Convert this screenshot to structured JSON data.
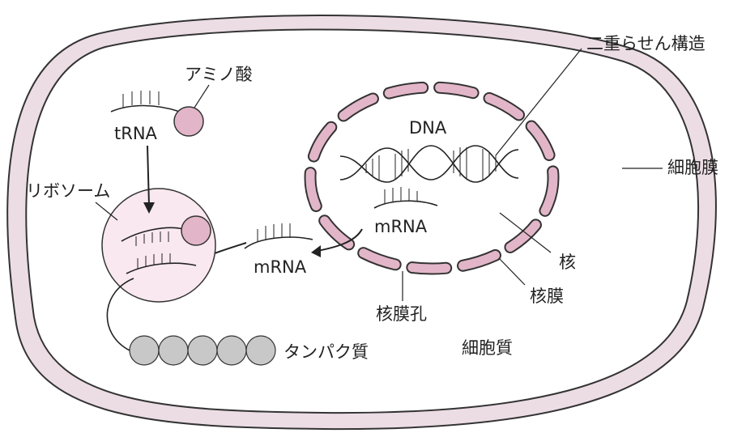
{
  "colors": {
    "membrane_stroke": "#333333",
    "membrane_fill": "#ecdde5",
    "pink": "#e2b6c8",
    "pink_light": "#f9e8ef",
    "protein": "#c8c8c8",
    "line": "#222222"
  },
  "labels": {
    "double_helix": "二重らせん構造",
    "amino_acid": "アミノ酸",
    "trna": "tRNA",
    "dna": "DNA",
    "cell_membrane": "細胞膜",
    "ribosome": "リボソーム",
    "mrna_nucleus": "mRNA",
    "mrna_cytoplasm": "mRNA",
    "nucleus": "核",
    "nuclear_envelope": "核膜",
    "nuclear_pore": "核膜孔",
    "cytoplasm": "細胞質",
    "protein": "タンパク質"
  }
}
